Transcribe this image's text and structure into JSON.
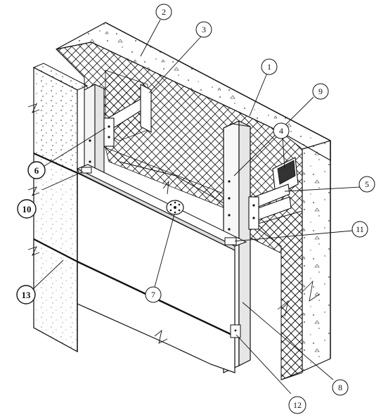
{
  "diagram": {
    "callouts": [
      {
        "id": "c1",
        "label": "1",
        "style": "normal"
      },
      {
        "id": "c2",
        "label": "2",
        "style": "normal"
      },
      {
        "id": "c3",
        "label": "3",
        "style": "normal"
      },
      {
        "id": "c4",
        "label": "4",
        "style": "normal"
      },
      {
        "id": "c5",
        "label": "5",
        "style": "normal"
      },
      {
        "id": "c6",
        "label": "6",
        "style": "bold"
      },
      {
        "id": "c7",
        "label": "7",
        "style": "normal"
      },
      {
        "id": "c8",
        "label": "8",
        "style": "normal"
      },
      {
        "id": "c9",
        "label": "9",
        "style": "normal"
      },
      {
        "id": "c10",
        "label": "10",
        "style": "bold"
      },
      {
        "id": "c11",
        "label": "11",
        "style": "normal"
      },
      {
        "id": "c12",
        "label": "12",
        "style": "normal"
      },
      {
        "id": "c13",
        "label": "13",
        "style": "bold"
      }
    ]
  }
}
